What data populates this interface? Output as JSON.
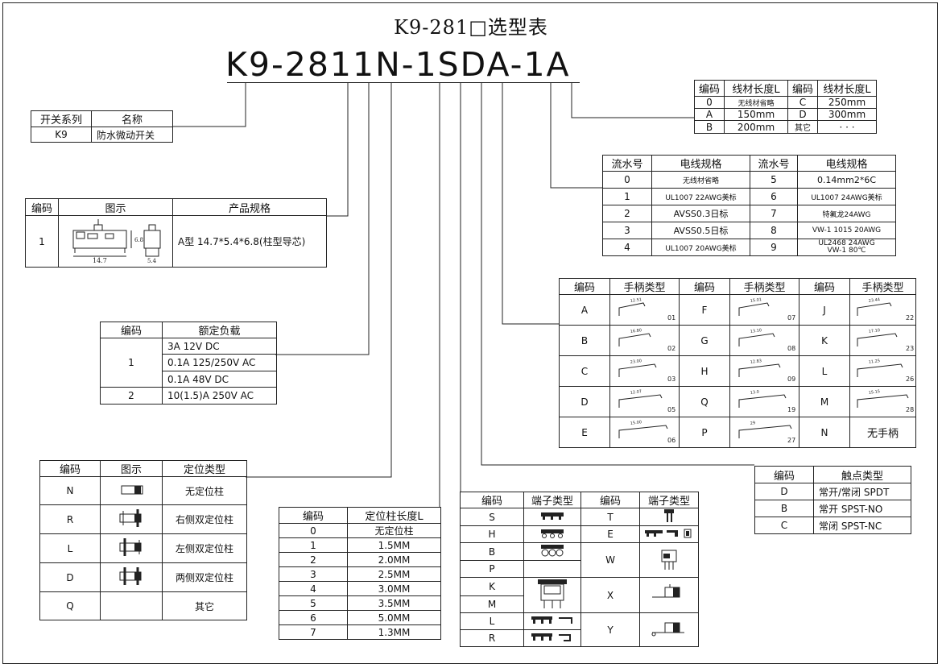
{
  "title": "K9-281□选型表",
  "model_code": "K9-2811N-1SDA-1A",
  "series": {
    "headers": [
      "开关系列",
      "名称"
    ],
    "rows": [
      [
        "K9",
        "防水微动开关"
      ]
    ]
  },
  "product_spec": {
    "headers": [
      "编码",
      "图示",
      "产品规格"
    ],
    "code": "1",
    "spec": "A型  14.7*5.4*6.8(柱型导芯)",
    "dim_width": "14.7",
    "dim_height": "6.8",
    "dim_depth": "5.4"
  },
  "rated_load": {
    "headers": [
      "编码",
      "额定负载"
    ],
    "code1": "1",
    "loads1": [
      "3A 12V DC",
      "0.1A 125/250V AC",
      "0.1A 48V DC"
    ],
    "code2": "2",
    "load2": "10(1.5)A 250V AC"
  },
  "positioning": {
    "headers": [
      "编码",
      "图示",
      "定位类型"
    ],
    "rows": [
      {
        "code": "N",
        "type": "无定位柱"
      },
      {
        "code": "R",
        "type": "右侧双定位柱"
      },
      {
        "code": "L",
        "type": "左侧双定位柱"
      },
      {
        "code": "D",
        "type": "两侧双定位柱"
      },
      {
        "code": "Q",
        "type": "其它"
      }
    ]
  },
  "post_length": {
    "headers": [
      "编码",
      "定位柱长度L"
    ],
    "rows": [
      [
        "0",
        "无定位柱"
      ],
      [
        "1",
        "1.5MM"
      ],
      [
        "2",
        "2.0MM"
      ],
      [
        "3",
        "2.5MM"
      ],
      [
        "4",
        "3.0MM"
      ],
      [
        "5",
        "3.5MM"
      ],
      [
        "6",
        "5.0MM"
      ],
      [
        "7",
        "1.3MM"
      ]
    ]
  },
  "terminal": {
    "headers": [
      "编码",
      "端子类型",
      "编码",
      "端子类型"
    ],
    "left_codes": [
      "S",
      "H",
      "B",
      "P",
      "K",
      "M",
      "L",
      "R"
    ],
    "right_codes": [
      "T",
      "E",
      "W",
      "X",
      "Y"
    ]
  },
  "contact": {
    "headers": [
      "编码",
      "触点类型"
    ],
    "rows": [
      [
        "D",
        "常开/常闭 SPDT"
      ],
      [
        "B",
        "常开 SPST-NO"
      ],
      [
        "C",
        "常闭 SPST-NC"
      ]
    ]
  },
  "handle": {
    "headers": [
      "编码",
      "手柄类型",
      "编码",
      "手柄类型",
      "编码",
      "手柄类型"
    ],
    "rows": [
      [
        {
          "code": "A",
          "num": "01",
          "dim": "12.51"
        },
        {
          "code": "F",
          "num": "07",
          "dim": "15.01"
        },
        {
          "code": "J",
          "num": "22",
          "dim": "23.44"
        }
      ],
      [
        {
          "code": "B",
          "num": "02",
          "dim": "16.80"
        },
        {
          "code": "G",
          "num": "08",
          "dim": "13.10"
        },
        {
          "code": "K",
          "num": "23",
          "dim": "17.10"
        }
      ],
      [
        {
          "code": "C",
          "num": "03",
          "dim": "23.00"
        },
        {
          "code": "H",
          "num": "09",
          "dim": "12.83"
        },
        {
          "code": "L",
          "num": "26",
          "dim": "11.25"
        }
      ],
      [
        {
          "code": "D",
          "num": "05",
          "dim": "12.07"
        },
        {
          "code": "Q",
          "num": "19",
          "dim": "13.0"
        },
        {
          "code": "M",
          "num": "28",
          "dim": "15.15"
        }
      ],
      [
        {
          "code": "E",
          "num": "06",
          "dim": "15.00"
        },
        {
          "code": "P",
          "num": "27",
          "dim": "29"
        },
        {
          "code": "N",
          "text": "无手柄"
        }
      ]
    ]
  },
  "wire_spec": {
    "headers": [
      "流水号",
      "电线规格",
      "流水号",
      "电线规格"
    ],
    "rows": [
      [
        "0",
        "无线材省略",
        "5",
        "0.14mm2*6C"
      ],
      [
        "1",
        "UL1007 22AWG美标",
        "6",
        "UL1007 24AWG美标"
      ],
      [
        "2",
        "AVSS0.3日标",
        "7",
        "特氟龙24AWG"
      ],
      [
        "3",
        "AVSS0.5日标",
        "8",
        "VW-1 1015 20AWG"
      ],
      [
        "4",
        "UL1007 20AWG美标",
        "9",
        "UL2468 24AWG",
        "VW-1 80℃"
      ]
    ]
  },
  "wire_length": {
    "headers": [
      "编码",
      "线材长度L",
      "编码",
      "线材长度L"
    ],
    "rows": [
      [
        "0",
        "无线材省略",
        "C",
        "250mm"
      ],
      [
        "A",
        "150mm",
        "D",
        "300mm"
      ],
      [
        "B",
        "200mm",
        "其它",
        "· · ·"
      ]
    ]
  }
}
